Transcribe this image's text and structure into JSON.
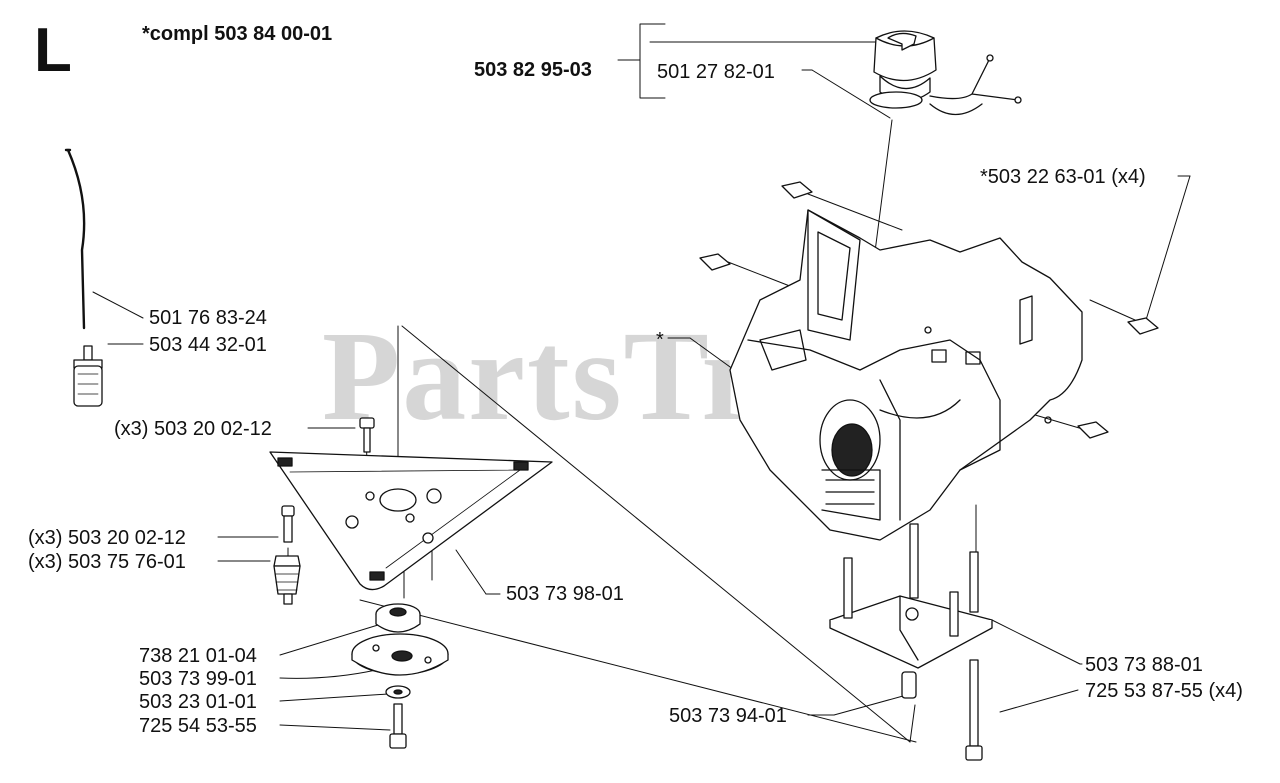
{
  "section_letter": "L",
  "assembly_note": "*compl 503 84 00-01",
  "watermark": "PartsTree",
  "watermark_tm": "™",
  "parts": {
    "cap_assembly": "503 82 95-03",
    "cap": "501 27 82-01",
    "clips": "*503 22 63-01 (x4)",
    "fuel_hose": "501 76 83-24",
    "fuel_filter": "503 44 32-01",
    "screw_top": "(x3) 503 20 02-12",
    "tank_marker": "*",
    "screw_left": "(x3) 503 20 02-12",
    "spring": "(x3) 503 75 76-01",
    "plate": "503 73 98-01",
    "bushing": "738 21 01-04",
    "washer_plate": "503 73 99-01",
    "washer": "503 23 01-01",
    "bolt": "725 54 53-55",
    "stand": "503 73 88-01",
    "long_bolt": "725 53 87-55 (x4)",
    "sleeve": "503 73 94-01"
  }
}
